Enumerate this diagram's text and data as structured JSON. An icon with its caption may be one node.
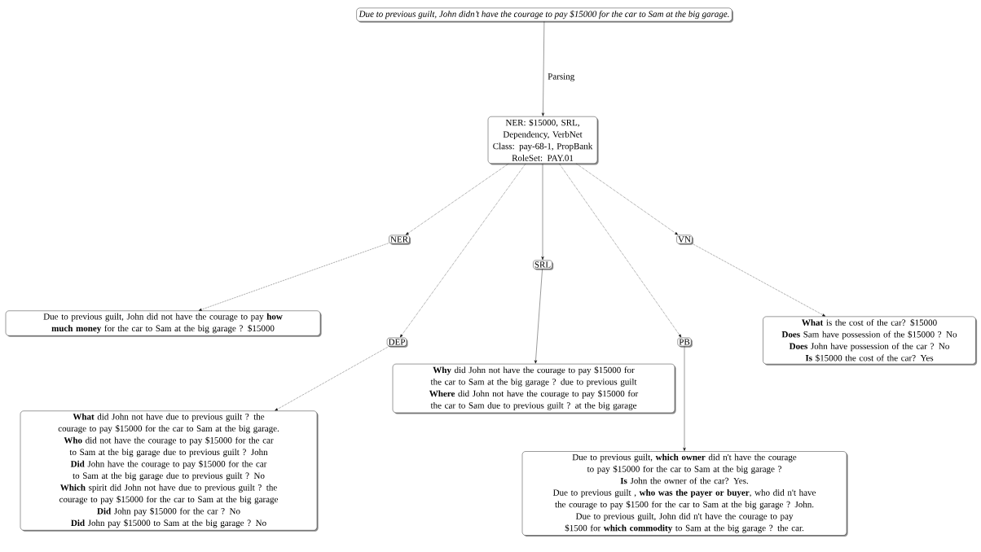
{
  "diagram": {
    "nodes": [
      {
        "text": [
          "Due to previous guilt, John didn’t have the courage to pay $15000 for the car to Sam at the big garage."
        ]
      },
      {
        "text": [
          "NER: $15000, SRL, Dependency, VerbNet Class: pay-68-1, PropBank RoleSet: PAY.01"
        ]
      },
      {
        "text": [
          "NER"
        ]
      },
      {
        "text": [
          "SRL"
        ]
      },
      {
        "text": [
          "VN"
        ]
      },
      {
        "text": [
          "DEP"
        ]
      },
      {
        "text": [
          "PB"
        ]
      },
      {
        "text": [
          "Due to previous guilt, John did not have the courage to pay **how much money** for the car to Sam at the big garage ? $15000"
        ]
      },
      {
        "text": [
          "**What** is the cost of the car? $15000",
          "**Does** Sam have possession of the $15000 ? No",
          "**Does** John have possession of the car ? No",
          "**Is** $15000 the cost of the car? Yes"
        ]
      },
      {
        "text": [
          "**What** did John not have due to previous guilt ? the courage to pay $15000 for the car to Sam at the big garage.",
          "**Who** did not have the courage to pay $15000 for the car to Sam at the big garage due to previous guilt ? John",
          "**Did** John have the courage to pay $15000 for the car to Sam at the big garage due to previous guilt ? No",
          "**Which** spirit did John not have due to previous guilt ? the courage to pay $15000 for the car to Sam at the big garage",
          "**Did** John pay $15000 for the car ? No",
          "**Did** John pay $15000 to Sam at the big garage ? No"
        ]
      },
      {
        "text": [
          "**Why** did John not have the courage to pay $15000 for the car to Sam at the big garage ? due to previous guilt",
          "**Where** did John not have the courage to pay $15000 for the car to Sam due to previous guilt ? at the big garage"
        ]
      },
      {
        "text": [
          "Due to previous guilt, **which owner** did n't have the courage to pay $15000 for the car to Sam at the big garage ?",
          "**Is** John the owner of the car? Yes.",
          "Due to previous guilt , **who was the payer or buyer**, who did n't have the courage to pay $1500 for the car to Sam at the big garage ? John.",
          "Due to previous guilt, John did n't have the courage to pay $1500 for **which commodity** to Sam at the big garage ? the car."
        ]
      }
    ],
    "edges": [
      {
        "from": 0,
        "to": 1,
        "arrow": "to",
        "label": "Parsing"
      },
      {
        "from": 1,
        "to": 2,
        "arrow": "to",
        "style": "dashed"
      },
      {
        "from": 1,
        "to": 3,
        "arrow": "to"
      },
      {
        "from": 1,
        "to": 4,
        "arrow": "to",
        "style": "dashed"
      },
      {
        "from": 1,
        "to": 5,
        "arrow": "to",
        "style": "dashed"
      },
      {
        "from": 1,
        "to": 6,
        "arrow": "to",
        "style": "dashed"
      },
      {
        "from": 2,
        "to": 7,
        "arrow": "to",
        "style": "dashed"
      },
      {
        "from": 4,
        "to": 8,
        "arrow": "to",
        "style": "dashed"
      },
      {
        "from": 5,
        "to": 9,
        "arrow": "to",
        "style": "dashed"
      },
      {
        "from": 3,
        "to": 10,
        "arrow": "to"
      },
      {
        "from": 6,
        "to": 11,
        "arrow": "to"
      }
    ]
  }
}
